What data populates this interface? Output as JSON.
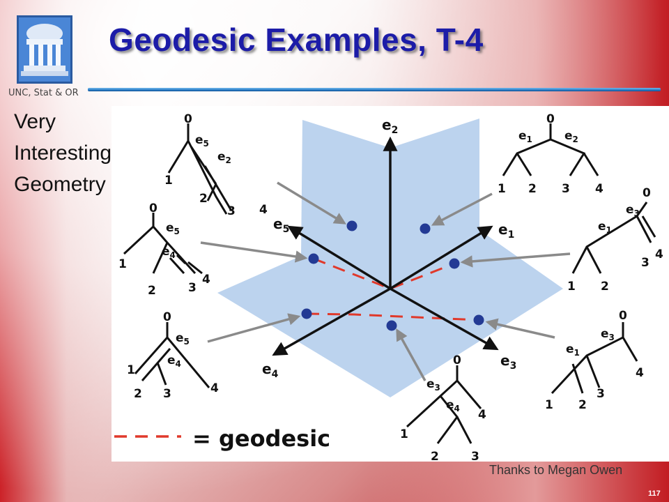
{
  "slide": {
    "title": "Geodesic Examples, T-4",
    "logo_caption": "UNC, Stat & OR",
    "side_text": [
      "Very",
      "Interesting",
      "Geometry"
    ],
    "credit": "Thanks to Megan Owen",
    "page_number": "117"
  },
  "diagram": {
    "axes": {
      "e2": {
        "base": "e",
        "sub": "2"
      },
      "e1": {
        "base": "e",
        "sub": "1"
      },
      "e5": {
        "base": "e",
        "sub": "5"
      },
      "e4": {
        "base": "e",
        "sub": "4"
      },
      "e3": {
        "base": "e",
        "sub": "3"
      }
    },
    "trees": {
      "t1": {
        "root": "0",
        "e_a": "e",
        "e_a_sub": "5",
        "e_b": "e",
        "e_b_sub": "2",
        "l1": "1",
        "l2": "2",
        "l3": "3",
        "l4": "4"
      },
      "t2": {
        "root": "0",
        "e_a": "e",
        "e_a_sub": "1",
        "e_b": "e",
        "e_b_sub": "2",
        "l1": "1",
        "l2": "2",
        "l3": "3",
        "l4": "4"
      },
      "t3": {
        "root": "0",
        "e_a": "e",
        "e_a_sub": "5",
        "e_b": "e",
        "e_b_sub": "4",
        "l1": "1",
        "l2": "2",
        "l3": "3",
        "l4": "4"
      },
      "t4": {
        "root": "0",
        "e_a": "e",
        "e_a_sub": "3",
        "e_b": "e",
        "e_b_sub": "1",
        "l1": "1",
        "l2": "2",
        "l3": "3",
        "l4": "4"
      },
      "t5": {
        "root": "0",
        "e_a": "e",
        "e_a_sub": "5",
        "e_b": "e",
        "e_b_sub": "4",
        "l1": "1",
        "l2": "2",
        "l3": "3",
        "l4": "4"
      },
      "t6": {
        "root": "0",
        "e_a": "e",
        "e_a_sub": "3",
        "e_b": "e",
        "e_b_sub": "1",
        "l1": "1",
        "l2": "2",
        "l3": "3",
        "l4": "4"
      },
      "t7": {
        "root": "0",
        "e_a": "e",
        "e_a_sub": "3",
        "e_b": "e",
        "e_b_sub": "4",
        "l1": "1",
        "l2": "2",
        "l3": "3",
        "l4": "4"
      }
    },
    "legend": {
      "label": "= geodesic"
    },
    "colors": {
      "plane": "#bcd3ee",
      "axis": "#111111",
      "point": "#233a94",
      "geodesic": "#e0392b",
      "arrow": "#8a8a8a"
    }
  }
}
